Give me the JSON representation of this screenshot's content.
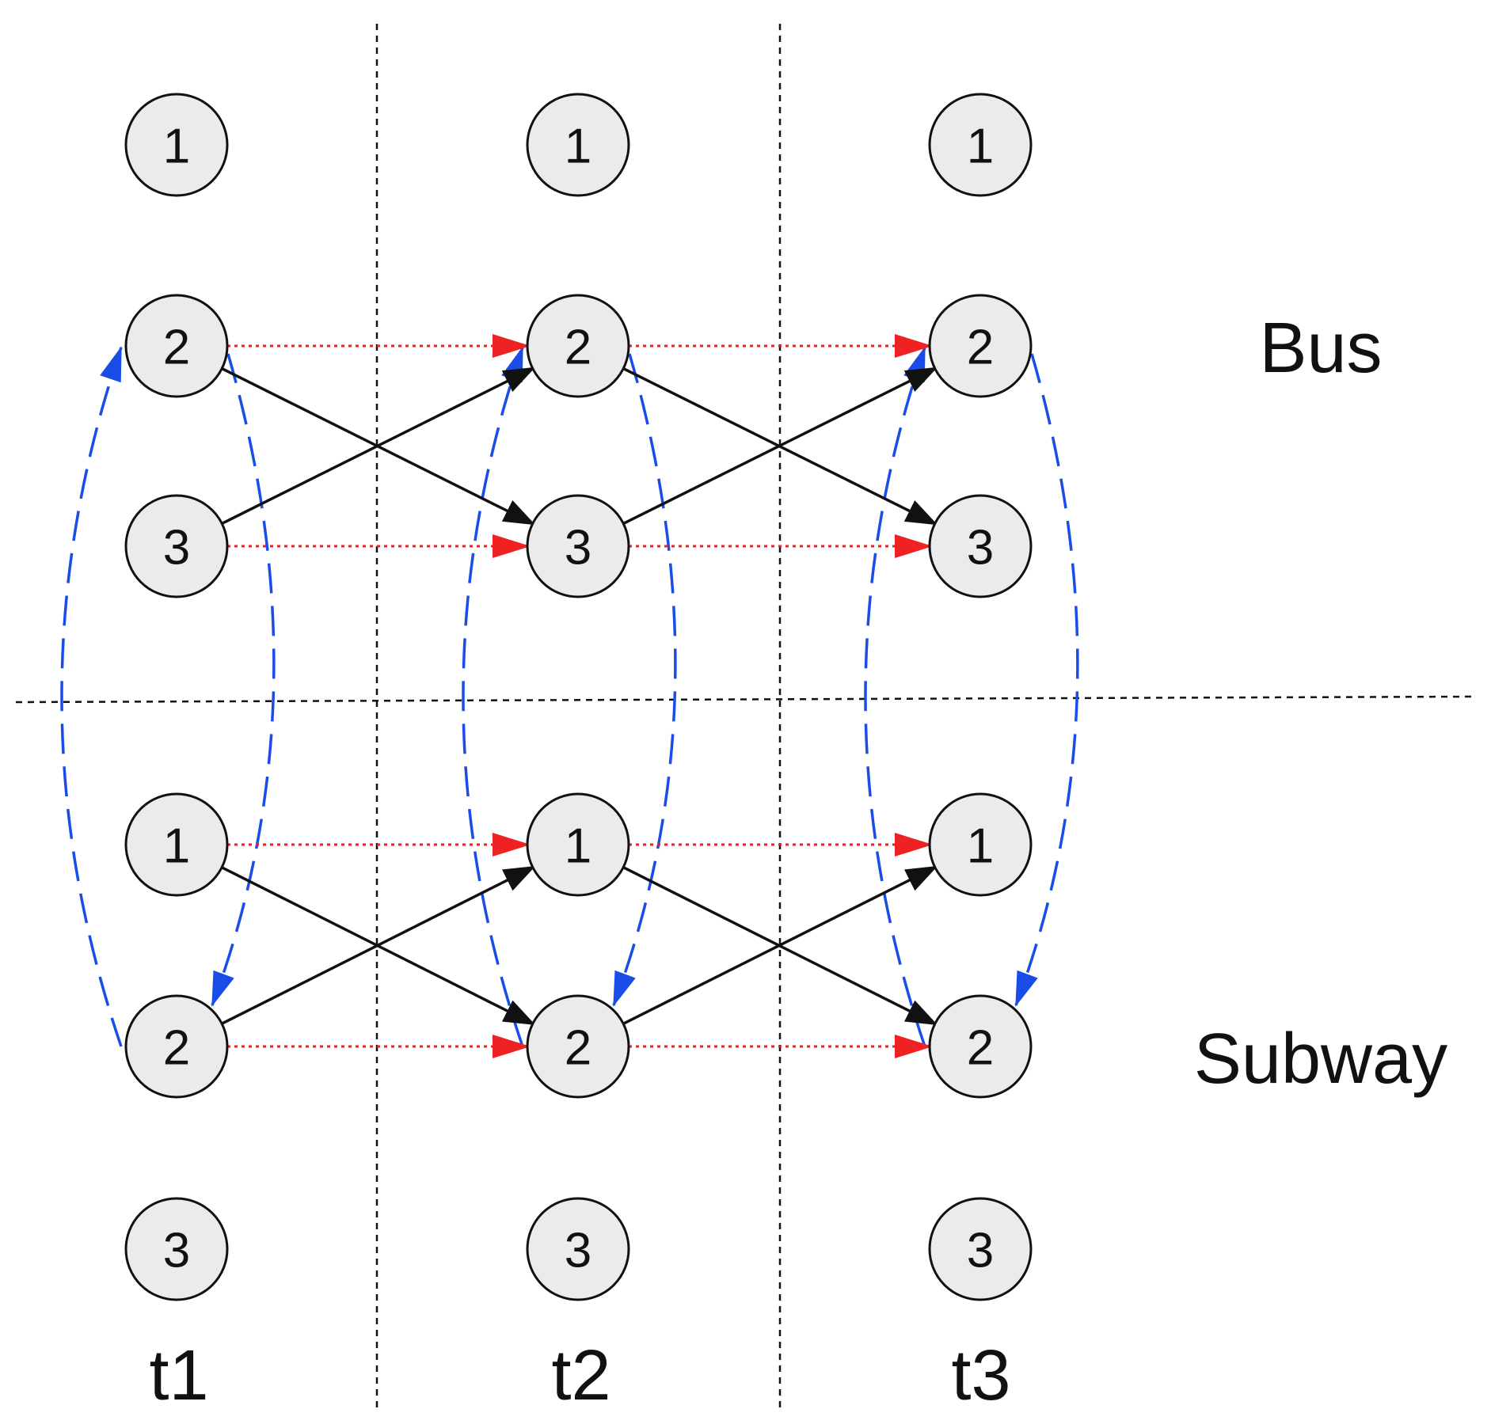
{
  "layers": [
    {
      "name": "Bus",
      "node_labels": [
        "1",
        "2",
        "3"
      ]
    },
    {
      "name": "Subway",
      "node_labels": [
        "1",
        "2",
        "3"
      ]
    }
  ],
  "time_steps": [
    "t1",
    "t2",
    "t3"
  ],
  "edges": {
    "temporal": [
      {
        "layer": 0,
        "node": 1,
        "from_t": 0,
        "to_t": 1
      },
      {
        "layer": 0,
        "node": 1,
        "from_t": 1,
        "to_t": 2
      },
      {
        "layer": 0,
        "node": 2,
        "from_t": 0,
        "to_t": 1
      },
      {
        "layer": 0,
        "node": 2,
        "from_t": 1,
        "to_t": 2
      },
      {
        "layer": 1,
        "node": 0,
        "from_t": 0,
        "to_t": 1
      },
      {
        "layer": 1,
        "node": 0,
        "from_t": 1,
        "to_t": 2
      },
      {
        "layer": 1,
        "node": 1,
        "from_t": 0,
        "to_t": 1
      },
      {
        "layer": 1,
        "node": 1,
        "from_t": 1,
        "to_t": 2
      }
    ],
    "spatial": [
      {
        "layer": 0,
        "from_t": 0,
        "from_node": 1,
        "to_t": 1,
        "to_node": 2
      },
      {
        "layer": 0,
        "from_t": 0,
        "from_node": 2,
        "to_t": 1,
        "to_node": 1
      },
      {
        "layer": 0,
        "from_t": 1,
        "from_node": 1,
        "to_t": 2,
        "to_node": 2
      },
      {
        "layer": 0,
        "from_t": 1,
        "from_node": 2,
        "to_t": 2,
        "to_node": 1
      },
      {
        "layer": 1,
        "from_t": 0,
        "from_node": 0,
        "to_t": 1,
        "to_node": 1
      },
      {
        "layer": 1,
        "from_t": 0,
        "from_node": 1,
        "to_t": 1,
        "to_node": 0
      },
      {
        "layer": 1,
        "from_t": 1,
        "from_node": 0,
        "to_t": 2,
        "to_node": 1
      },
      {
        "layer": 1,
        "from_t": 1,
        "from_node": 1,
        "to_t": 2,
        "to_node": 0
      }
    ],
    "interlayer": [
      {
        "t": 0,
        "direction": "bus-to-subway"
      },
      {
        "t": 0,
        "direction": "subway-to-bus"
      },
      {
        "t": 1,
        "direction": "bus-to-subway"
      },
      {
        "t": 1,
        "direction": "subway-to-bus"
      },
      {
        "t": 2,
        "direction": "bus-to-subway"
      },
      {
        "t": 2,
        "direction": "subway-to-bus"
      }
    ]
  },
  "colors": {
    "temporal_edge": "#ee2222",
    "spatial_edge": "#111111",
    "interlayer_edge": "#1a4de8",
    "node_fill": "#ebebeb",
    "node_stroke": "#111111"
  }
}
